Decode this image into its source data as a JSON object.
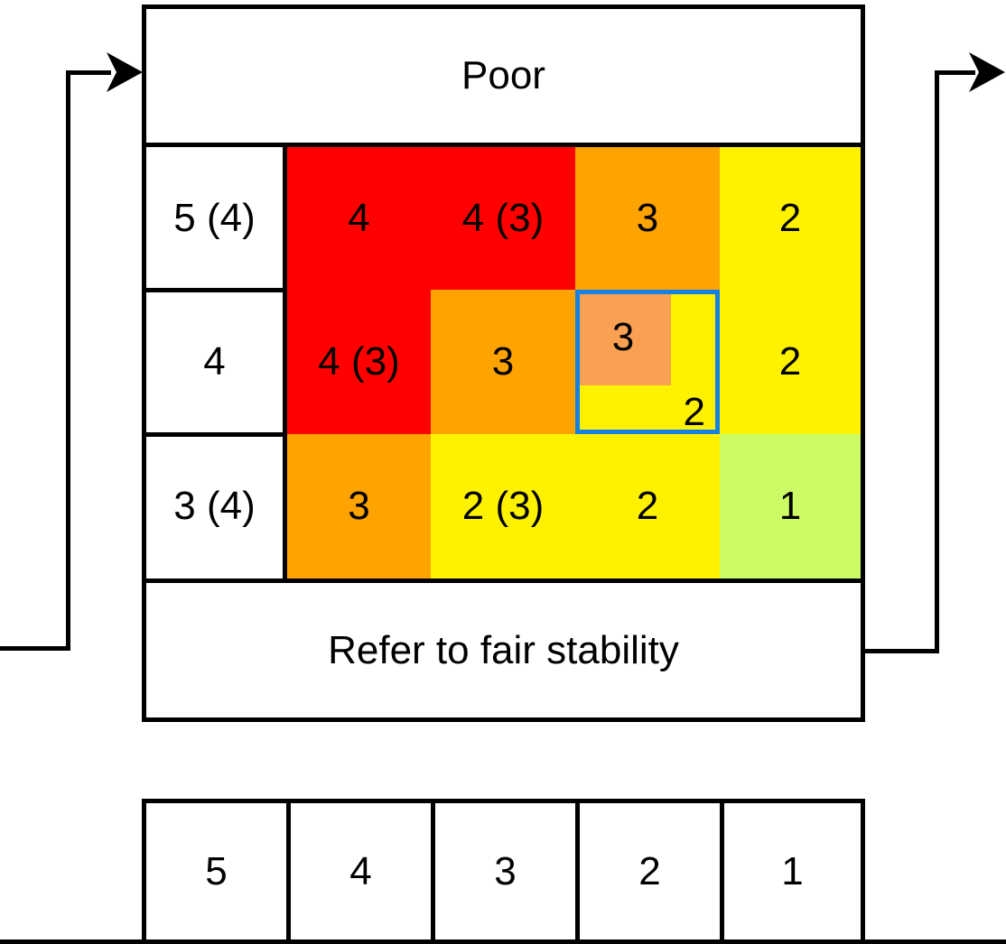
{
  "header": {
    "title": "Poor"
  },
  "footer": {
    "label": "Refer to fair stability"
  },
  "row_labels": [
    "5 (4)",
    "4",
    "3 (4)"
  ],
  "bottom_scale": [
    "5",
    "4",
    "3",
    "2",
    "1"
  ],
  "matrix_rows": [
    {
      "cells": [
        {
          "label": "4",
          "color": "red"
        },
        {
          "label": "4 (3)",
          "color": "red"
        },
        {
          "label": "3",
          "color": "orange"
        },
        {
          "label": "2",
          "color": "yellow"
        }
      ]
    },
    {
      "cells": [
        {
          "label": "4 (3)",
          "color": "red"
        },
        {
          "label": "3",
          "color": "orange"
        },
        {
          "label": "3",
          "secondary_label": "2",
          "color": "light_orange over yellow",
          "highlighted": true
        },
        {
          "label": "2",
          "color": "yellow"
        }
      ]
    },
    {
      "cells": [
        {
          "label": "3",
          "color": "orange"
        },
        {
          "label": "2 (3)",
          "color": "yellow"
        },
        {
          "label": "2",
          "color": "yellow"
        },
        {
          "label": "1",
          "color": "green"
        }
      ]
    }
  ],
  "colors": {
    "red": "#FF0000",
    "orange": "#FFA300",
    "light_orange": "#F9A052",
    "yellow": "#FFF200",
    "green": "#CCFB65",
    "highlight_border": "#1781E3",
    "line": "#000000",
    "text": "#000000",
    "background": "#FFFFFF"
  }
}
